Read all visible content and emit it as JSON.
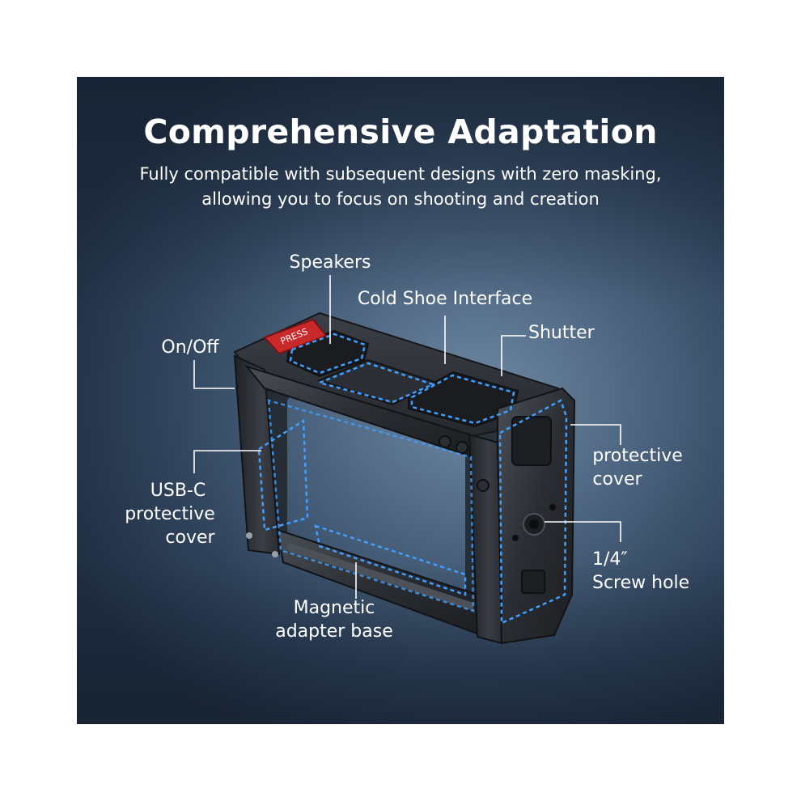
{
  "heading": {
    "title": "Comprehensive Adaptation",
    "subtitle_line1": "Fully compatible with subsequent designs with zero masking,",
    "subtitle_line2": "allowing you to focus on shooting and creation"
  },
  "callouts": {
    "speakers": "Speakers",
    "cold_shoe": "Cold Shoe Interface",
    "shutter": "Shutter",
    "on_off": "On/Off",
    "protective_cover_1": "protective",
    "protective_cover_2": "cover",
    "usbc_1": "USB-C",
    "usbc_2": "protective",
    "usbc_3": "cover",
    "screw_1": "1/4″",
    "screw_2": "Screw hole",
    "magnetic_1": "Magnetic",
    "magnetic_2": "adapter base"
  },
  "product": {
    "press_button_text": "PRESS",
    "press_button_color": "#c9292b",
    "highlight_color": "#3fa0ff",
    "frame_color": "#2c2f34"
  }
}
